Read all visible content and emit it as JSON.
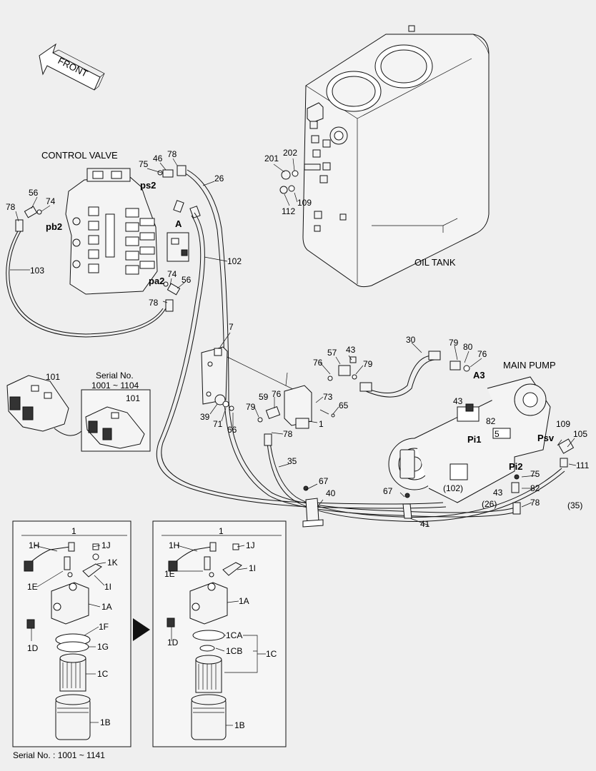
{
  "headings": {
    "control_valve": "CONTROL VALVE",
    "oil_tank": "OIL TANK",
    "main_pump": "MAIN PUMP",
    "front": "FRONT"
  },
  "serial_inset": {
    "line1": "Serial No.",
    "line2": "1001 ~ 1104",
    "part": "101"
  },
  "footer_serial": "Serial No. : 1001 ~ 1141",
  "callouts": [
    {
      "id": "c1",
      "text": "78"
    },
    {
      "id": "c2",
      "text": "56"
    },
    {
      "id": "c3",
      "text": "74"
    },
    {
      "id": "c4",
      "text": "pb2"
    },
    {
      "id": "c5",
      "text": "103"
    },
    {
      "id": "c6",
      "text": "75"
    },
    {
      "id": "c7",
      "text": "46"
    },
    {
      "id": "c8",
      "text": "78"
    },
    {
      "id": "c9",
      "text": "ps2"
    },
    {
      "id": "c10",
      "text": "26"
    },
    {
      "id": "c11",
      "text": "A"
    },
    {
      "id": "c12",
      "text": "102"
    },
    {
      "id": "c13",
      "text": "74"
    },
    {
      "id": "c14",
      "text": "56"
    },
    {
      "id": "c15",
      "text": "pa2"
    },
    {
      "id": "c16",
      "text": "78"
    },
    {
      "id": "c17",
      "text": "201"
    },
    {
      "id": "c18",
      "text": "202"
    },
    {
      "id": "c19",
      "text": "109"
    },
    {
      "id": "c20",
      "text": "112"
    },
    {
      "id": "c21",
      "text": "7"
    },
    {
      "id": "c22",
      "text": "101"
    },
    {
      "id": "c23",
      "text": "57"
    },
    {
      "id": "c24",
      "text": "43"
    },
    {
      "id": "c25",
      "text": "76"
    },
    {
      "id": "c26",
      "text": "79"
    },
    {
      "id": "c27",
      "text": "30"
    },
    {
      "id": "c28",
      "text": "79"
    },
    {
      "id": "c29",
      "text": "80"
    },
    {
      "id": "c30",
      "text": "76"
    },
    {
      "id": "c31",
      "text": "A3"
    },
    {
      "id": "c32",
      "text": "59"
    },
    {
      "id": "c33",
      "text": "76"
    },
    {
      "id": "c34",
      "text": "73"
    },
    {
      "id": "c35",
      "text": "65"
    },
    {
      "id": "c36",
      "text": "39"
    },
    {
      "id": "c37",
      "text": "71"
    },
    {
      "id": "c38",
      "text": "66"
    },
    {
      "id": "c39",
      "text": "79"
    },
    {
      "id": "c40",
      "text": "78"
    },
    {
      "id": "c41",
      "text": "1"
    },
    {
      "id": "c42",
      "text": "43"
    },
    {
      "id": "c43",
      "text": "82"
    },
    {
      "id": "c44",
      "text": "Pi1"
    },
    {
      "id": "c45",
      "text": "5"
    },
    {
      "id": "c46",
      "text": "Psv"
    },
    {
      "id": "c47",
      "text": "109"
    },
    {
      "id": "c48",
      "text": "105"
    },
    {
      "id": "c49",
      "text": "111"
    },
    {
      "id": "c50",
      "text": "35"
    },
    {
      "id": "c51",
      "text": "67"
    },
    {
      "id": "c52",
      "text": "40"
    },
    {
      "id": "c53",
      "text": "67"
    },
    {
      "id": "c54",
      "text": "(102)"
    },
    {
      "id": "c55",
      "text": "Pi2"
    },
    {
      "id": "c56",
      "text": "75"
    },
    {
      "id": "c57",
      "text": "82"
    },
    {
      "id": "c58",
      "text": "43"
    },
    {
      "id": "c59",
      "text": "78"
    },
    {
      "id": "c60",
      "text": "(26)"
    },
    {
      "id": "c61",
      "text": "(35)"
    },
    {
      "id": "c62",
      "text": "41"
    }
  ],
  "detail_left": {
    "top": "1",
    "labels": [
      "1H",
      "1J",
      "1K",
      "1E",
      "1I",
      "1A",
      "1F",
      "1D",
      "1G",
      "1C",
      "1B"
    ]
  },
  "detail_right": {
    "top": "1",
    "labels": [
      "1H",
      "1J",
      "1E",
      "1I",
      "1A",
      "1CA",
      "1D",
      "1CB",
      "1C",
      "1B"
    ]
  }
}
